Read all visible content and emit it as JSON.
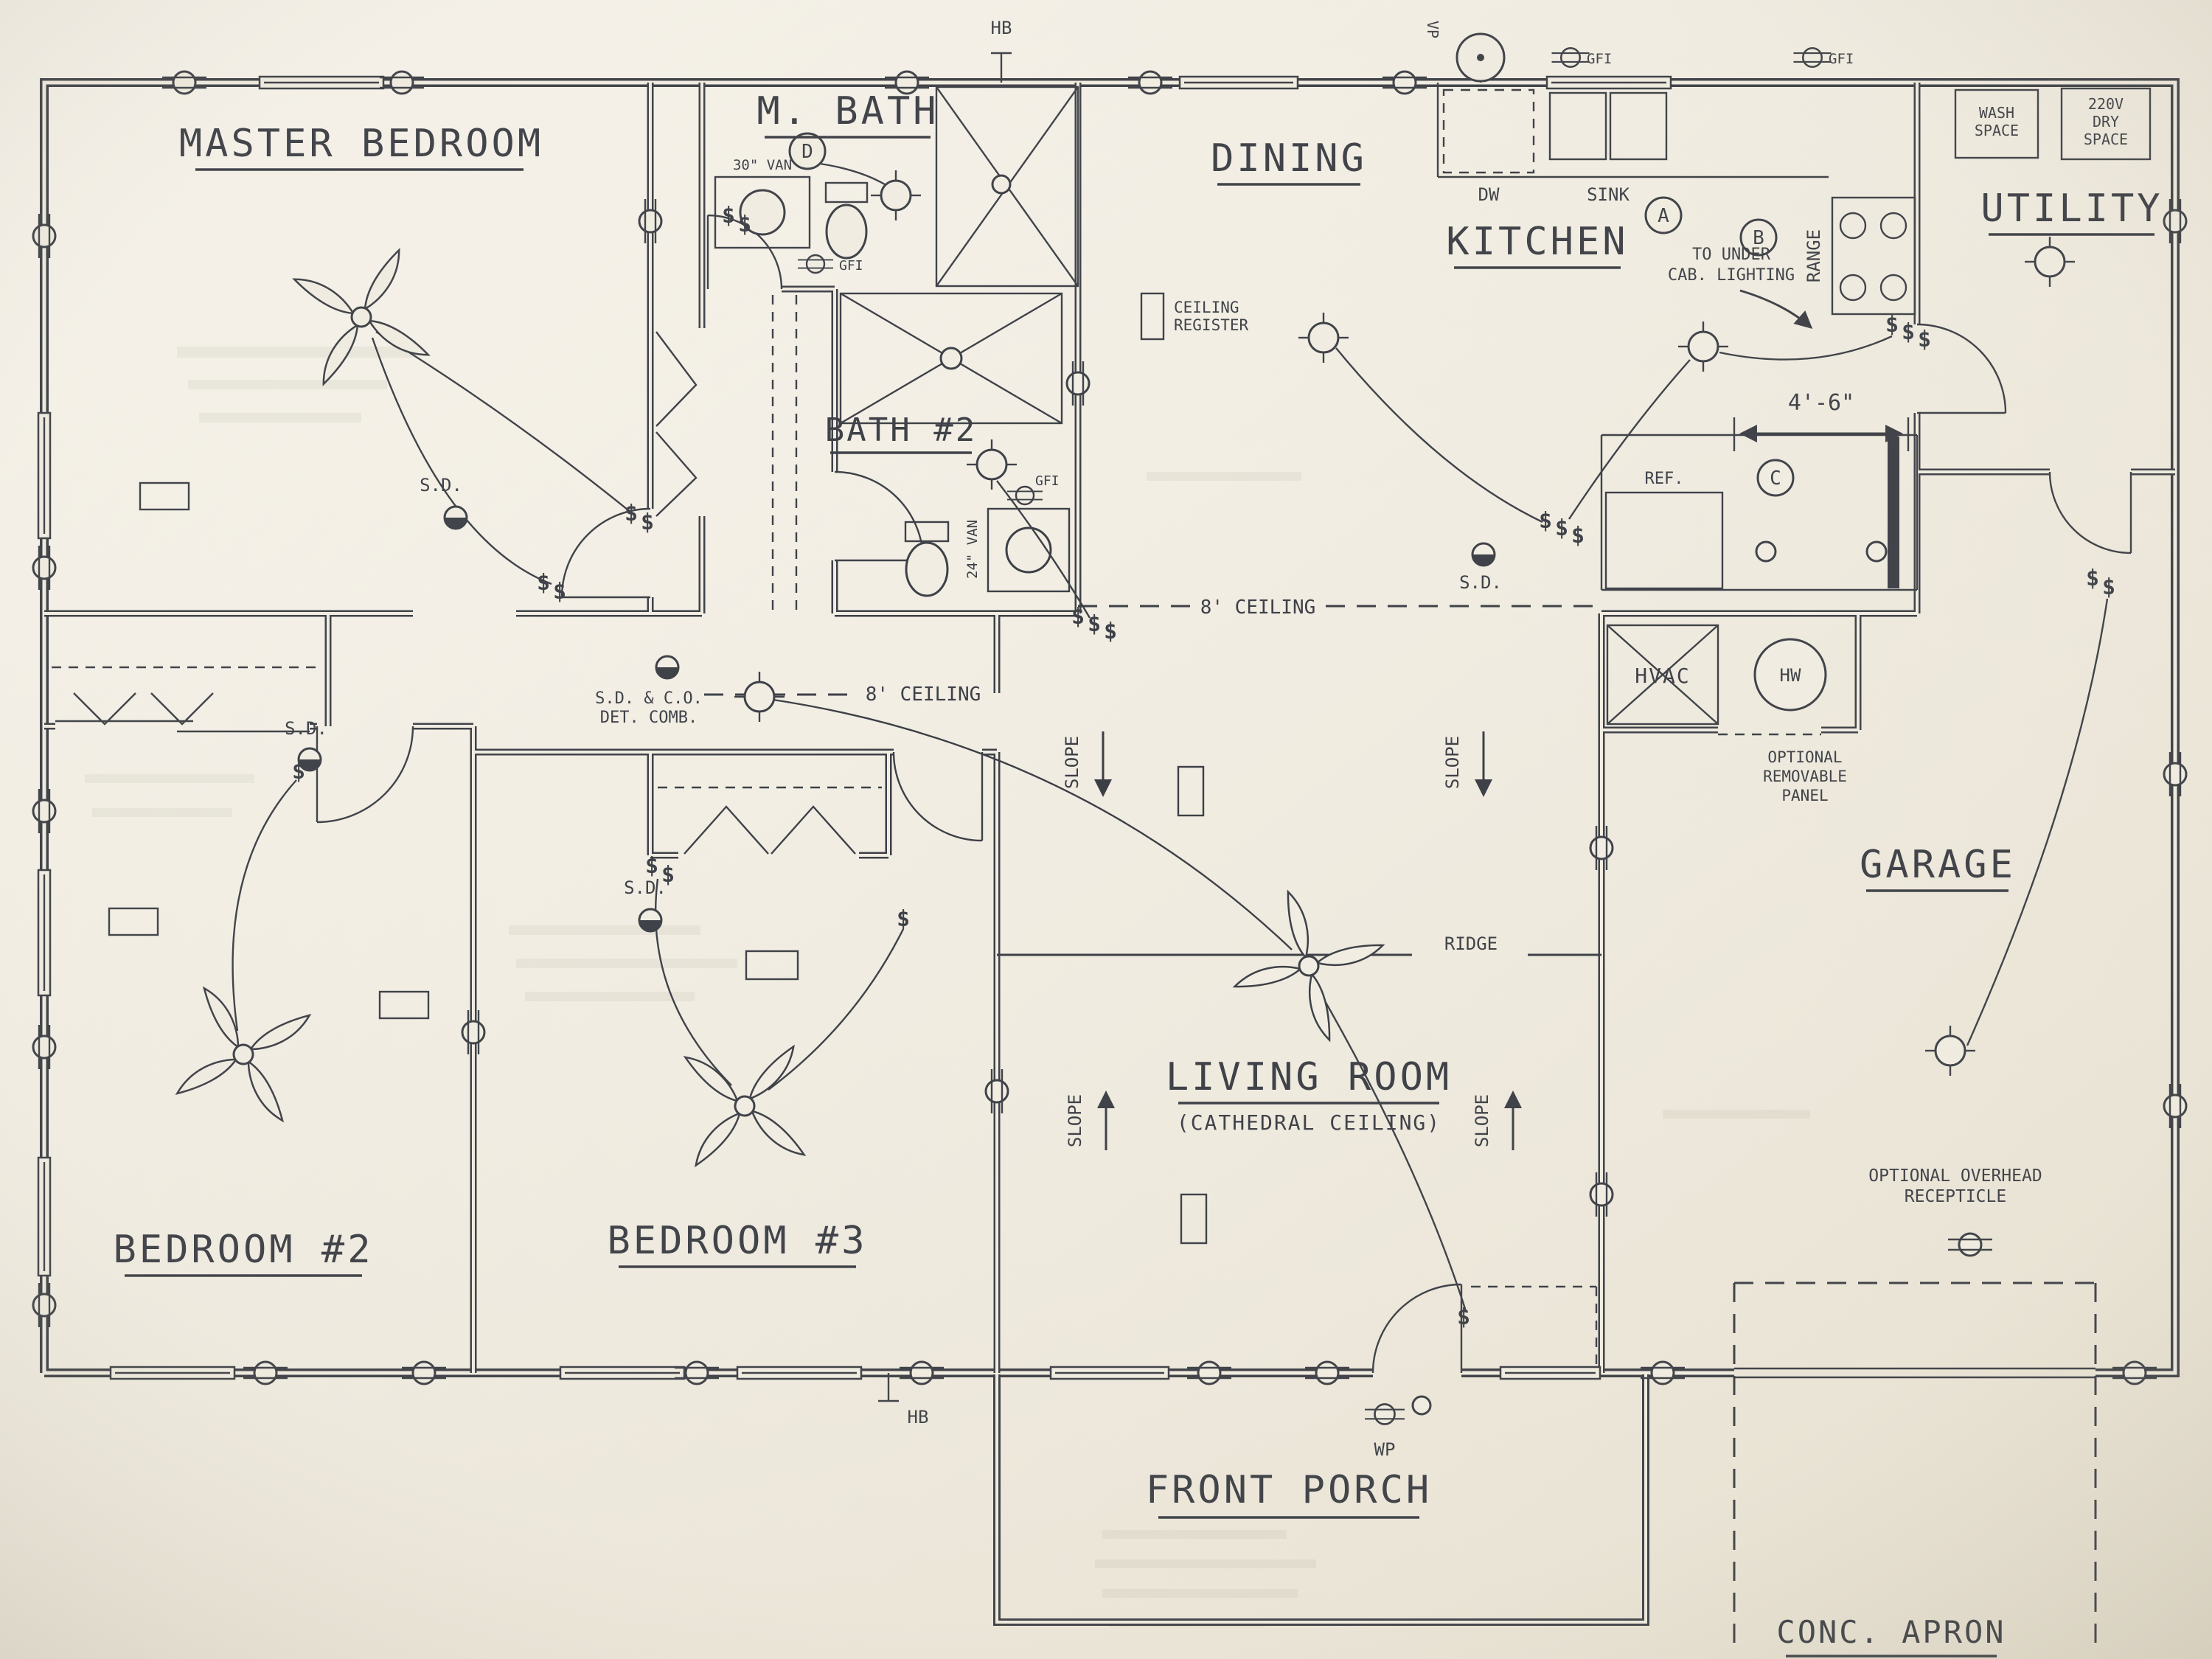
{
  "rooms": {
    "master_bedroom": "MASTER BEDROOM",
    "m_bath": "M. BATH",
    "dining": "DINING",
    "kitchen": "KITCHEN",
    "utility": "UTILITY",
    "bath2": "BATH #2",
    "bedroom2": "BEDROOM #2",
    "bedroom3": "BEDROOM #3",
    "living_room": "LIVING ROOM",
    "living_room_note": "(CATHEDRAL CEILING)",
    "garage": "GARAGE",
    "front_porch": "FRONT PORCH",
    "conc_apron": "CONC. APRON"
  },
  "fixtures": {
    "dw": "DW",
    "sink": "SINK",
    "range": "RANGE",
    "ref": "REF.",
    "hvac": "HVAC",
    "hw": "HW",
    "wash_line1": "WASH",
    "wash_line2": "SPACE",
    "dry_line1": "220V",
    "dry_line2": "DRY",
    "dry_line3": "SPACE",
    "vanity_30": "30\" VAN",
    "vanity_24": "24\" VAN"
  },
  "annotations": {
    "hb": "HB",
    "wp": "WP",
    "vp": "VP",
    "gfi": "GFI",
    "sd": "S.D.",
    "sd_co_line1": "S.D. & C.O.",
    "sd_co_line2": "DET. COMB.",
    "ceiling_8": "8' CEILING",
    "ceiling_register_line1": "CEILING",
    "ceiling_register_line2": "REGISTER",
    "slope": "SLOPE",
    "ridge": "RIDGE",
    "under_cab_line1": "TO UNDER",
    "under_cab_line2": "CAB. LIGHTING",
    "panel_line1": "OPTIONAL",
    "panel_line2": "REMOVABLE",
    "panel_line3": "PANEL",
    "overhead_line1": "OPTIONAL OVERHEAD",
    "overhead_line2": "RECEPTICLE",
    "dim_4_6": "4'-6\""
  },
  "circled": {
    "a": "A",
    "b": "B",
    "c": "C",
    "d": "D"
  },
  "symbols": {
    "switch": "$"
  },
  "colors": {
    "ink": "#3b3e45",
    "paper": "#f1ede2",
    "paper_light": "#f8f5ee",
    "paper_dark": "#e9e3d4"
  }
}
